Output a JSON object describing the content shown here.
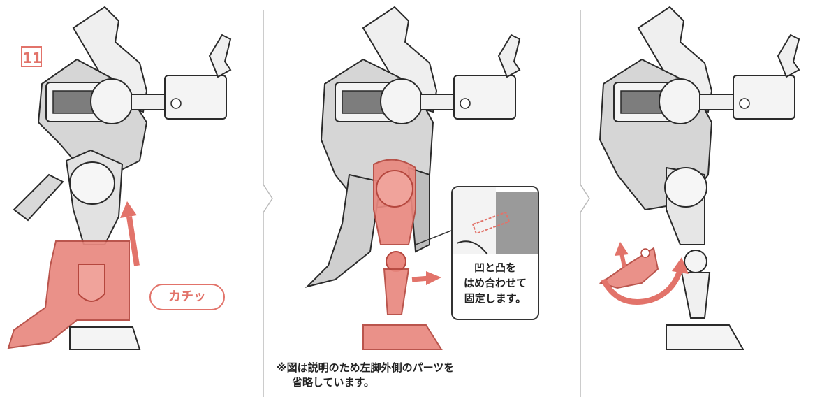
{
  "step": {
    "number": "11"
  },
  "panel1": {
    "callout": "カチッ"
  },
  "panel2": {
    "inset_lines": [
      "凹と凸を",
      "はめ合わせて",
      "固定します。"
    ]
  },
  "note": {
    "line1": "※図は説明のため左脚外側のパーツを",
    "line2": "省略しています。"
  },
  "colors": {
    "accent": "#e2736a",
    "part_fill": "#f0f0f0",
    "part_stroke": "#2a2a2a",
    "shadow": "#8a8a8a",
    "divider": "#bbbbbb"
  },
  "icons": [
    "up-arrow-icon",
    "right-arrow-icon",
    "rotate-arrow-icon",
    "chevron-divider-icon"
  ]
}
